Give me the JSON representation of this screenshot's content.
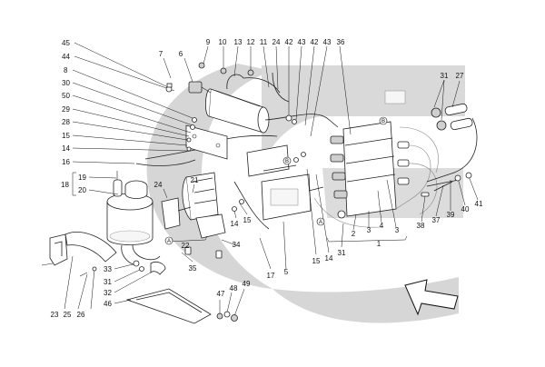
{
  "diagram": {
    "colors": {
      "line": "#111111",
      "watermark": "#d6d6d6",
      "background": "#ffffff"
    },
    "labels": {
      "p45": "45",
      "p44": "44",
      "p8": "8",
      "p30": "30",
      "p50": "50",
      "p29": "29",
      "p28": "28",
      "p15_left": "15",
      "p14_left": "14",
      "p16": "16",
      "p19": "19",
      "p18": "18",
      "p20": "20",
      "p7": "7",
      "p6": "6",
      "p9": "9",
      "p10": "10",
      "p13": "13",
      "p12": "12",
      "p11": "11",
      "p24_top": "24",
      "p42_a": "42",
      "p43_a": "43",
      "p42_b": "42",
      "p43_b": "43",
      "p36": "36",
      "p31_right": "31",
      "p27": "27",
      "p21": "21",
      "p24_left": "24",
      "p22": "22",
      "p34": "34",
      "p15_mid": "15",
      "p14_mid": "14",
      "p15_low": "15",
      "p14_low": "14",
      "p31_low": "31",
      "p17": "17",
      "p5": "5",
      "p35": "35",
      "p33": "33",
      "p31_left": "31",
      "p32": "32",
      "p46": "46",
      "p23": "23",
      "p25": "25",
      "p26": "26",
      "p47": "47",
      "p48": "48",
      "p49": "49",
      "p2": "2",
      "p3_a": "3",
      "p4": "4",
      "p3_b": "3",
      "p1": "1",
      "p38": "38",
      "p37": "37",
      "p39": "39",
      "p40": "40",
      "p41": "41"
    },
    "ref_letters": {
      "a_left": "A",
      "a_mid": "A",
      "b_valve": "B",
      "b_center": "B"
    }
  }
}
